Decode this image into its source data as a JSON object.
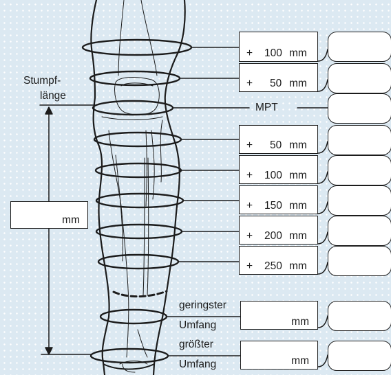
{
  "title": "",
  "stump_length": {
    "label_line1": "Stumpf-",
    "label_line2": "länge",
    "unit": "mm"
  },
  "rows": [
    {
      "prefix": "+",
      "value": "100",
      "unit": "mm"
    },
    {
      "prefix": "+",
      "value": "50",
      "unit": "mm"
    },
    {
      "label": "MPT"
    },
    {
      "prefix": "+",
      "value": "50",
      "unit": "mm"
    },
    {
      "prefix": "+",
      "value": "100",
      "unit": "mm"
    },
    {
      "prefix": "+",
      "value": "150",
      "unit": "mm"
    },
    {
      "prefix": "+",
      "value": "200",
      "unit": "mm"
    },
    {
      "prefix": "+",
      "value": "250",
      "unit": "mm"
    }
  ],
  "smallest_circumference": {
    "line1": "geringster",
    "line2": "Umfang",
    "unit": "mm"
  },
  "largest_circumference": {
    "line1": "größter",
    "line2": "Umfang",
    "unit": "mm"
  },
  "colors": {
    "background": "#dce9f2",
    "dots": "#ffffff",
    "line": "#1c1c1c",
    "box": "#ffffff"
  }
}
